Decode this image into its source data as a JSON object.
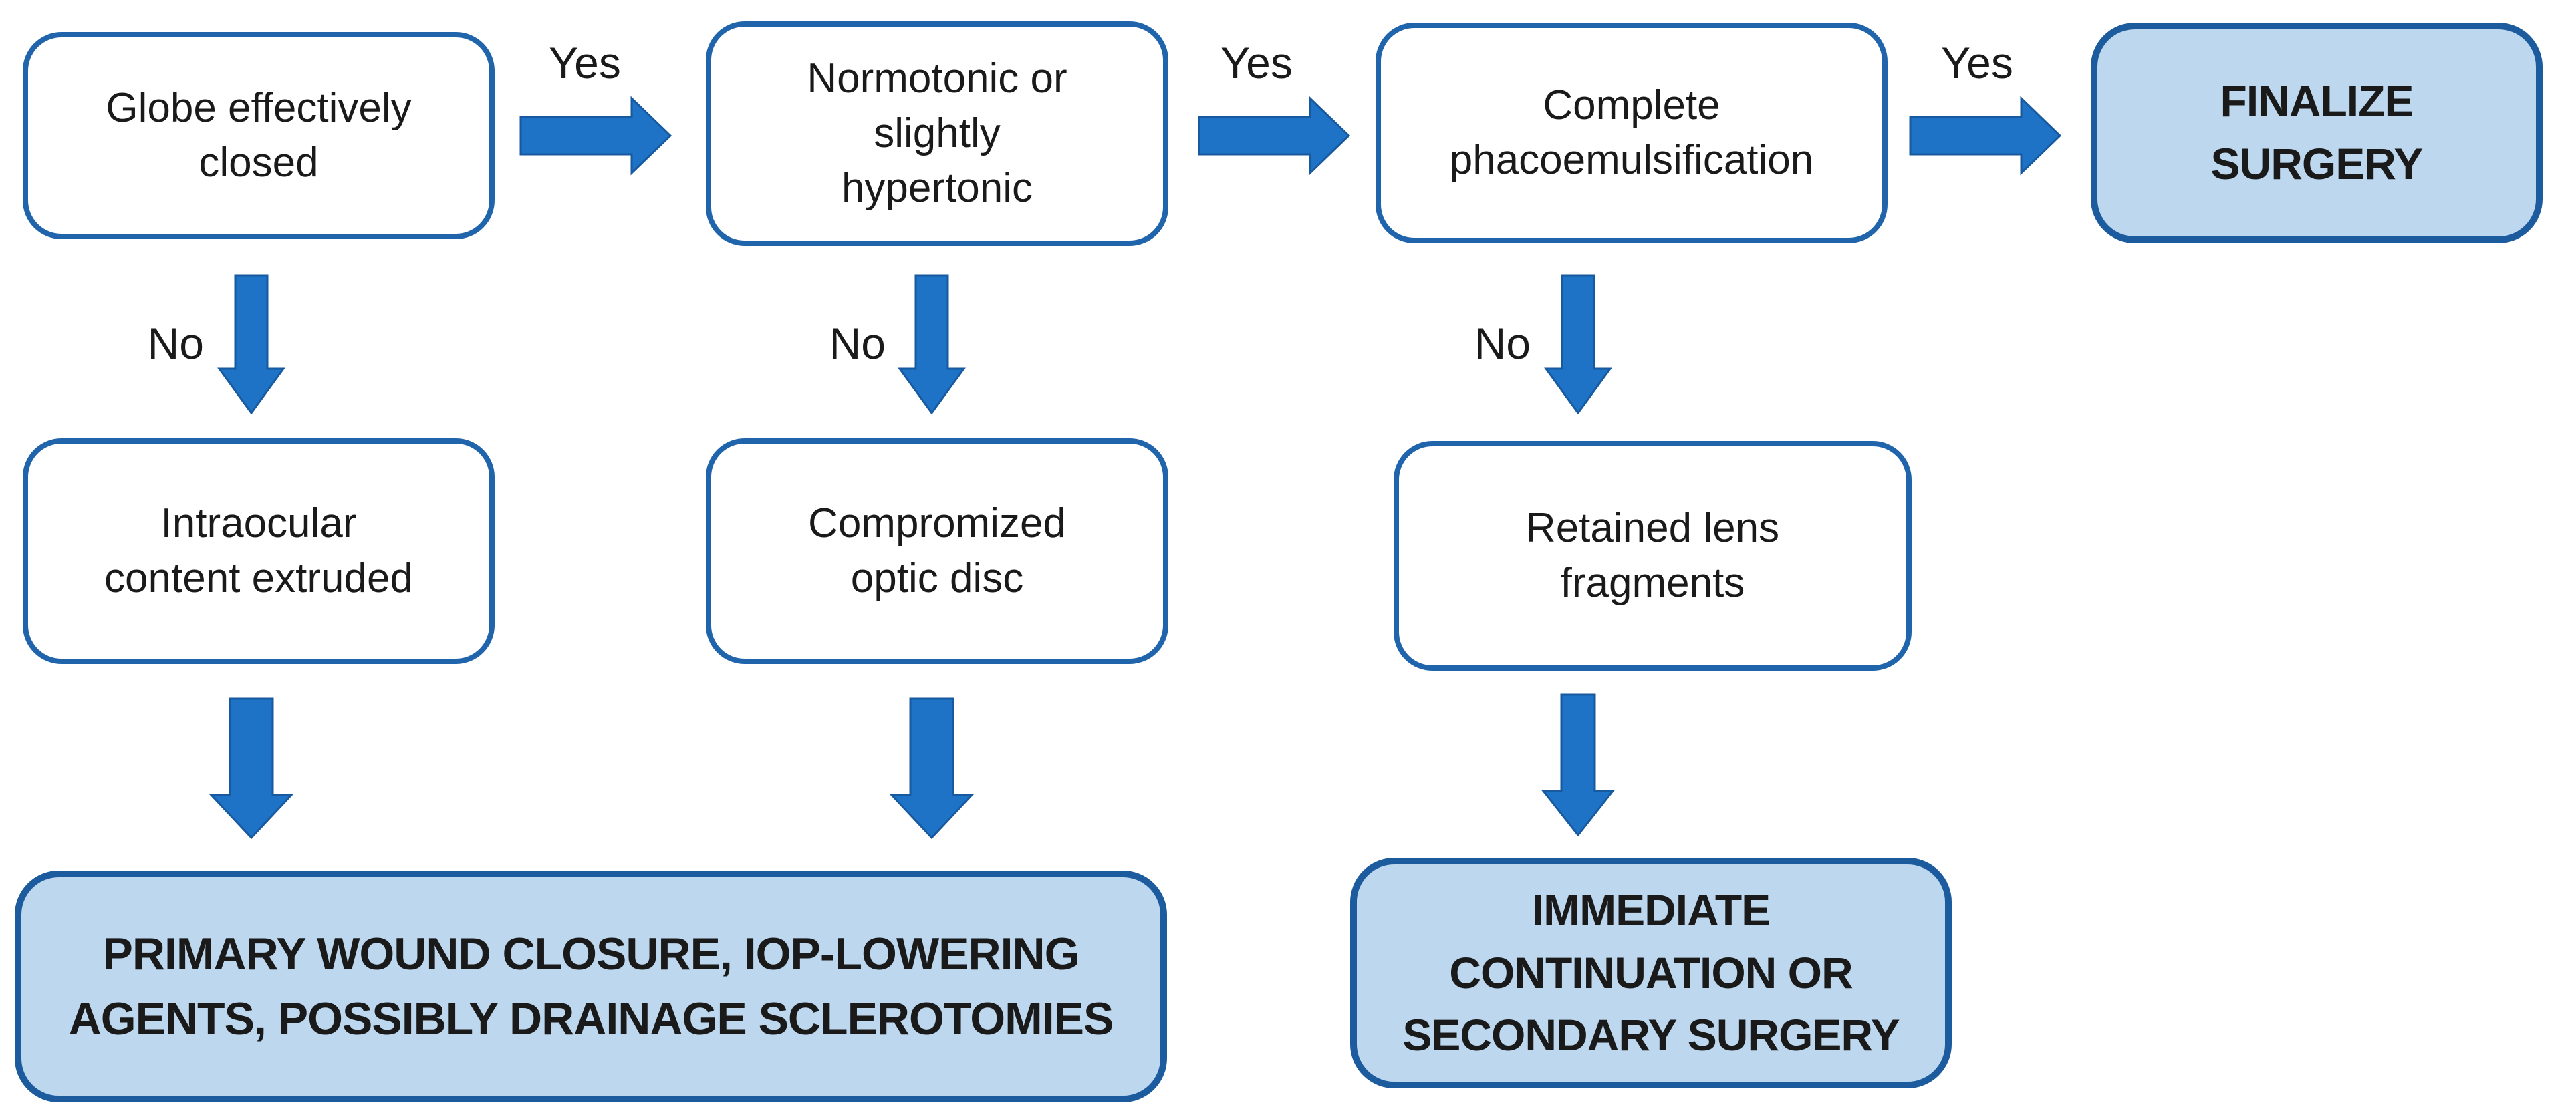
{
  "colors": {
    "arrow-fill": "#1e73c6",
    "arrow-stroke": "#175a9f",
    "box-border": "#2065ac",
    "filled-bg": "#bdd7ee",
    "filled-border": "#1c5c9e",
    "text": "#1a1a1a",
    "bg": "#ffffff"
  },
  "nodes": [
    {
      "id": "globe-closed",
      "type": "decision",
      "label": "Globe effectively\nclosed"
    },
    {
      "id": "normotonic",
      "type": "decision",
      "label": "Normotonic or\nslightly\nhypertonic"
    },
    {
      "id": "complete-phaco",
      "type": "decision",
      "label": "Complete\nphacoemulsification"
    },
    {
      "id": "finalize-surgery",
      "type": "outcome",
      "label": "FINALIZE\nSURGERY"
    },
    {
      "id": "intraocular-extruded",
      "type": "finding",
      "label": "Intraocular\ncontent extruded"
    },
    {
      "id": "compromized-disc",
      "type": "finding",
      "label": "Compromized\noptic disc"
    },
    {
      "id": "retained-fragments",
      "type": "finding",
      "label": "Retained lens\nfragments"
    },
    {
      "id": "primary-closure",
      "type": "outcome",
      "label": "PRIMARY WOUND CLOSURE, IOP-LOWERING\nAGENTS, POSSIBLY DRAINAGE SCLEROTOMIES"
    },
    {
      "id": "immediate-continuation",
      "type": "outcome",
      "label": "IMMEDIATE\nCONTINUATION OR\nSECONDARY SURGERY"
    }
  ],
  "edges": [
    {
      "from": "globe-closed",
      "to": "normotonic",
      "direction": "right",
      "label": "Yes"
    },
    {
      "from": "normotonic",
      "to": "complete-phaco",
      "direction": "right",
      "label": "Yes"
    },
    {
      "from": "complete-phaco",
      "to": "finalize-surgery",
      "direction": "right",
      "label": "Yes"
    },
    {
      "from": "globe-closed",
      "to": "intraocular-extruded",
      "direction": "down",
      "label": "No"
    },
    {
      "from": "normotonic",
      "to": "compromized-disc",
      "direction": "down",
      "label": "No"
    },
    {
      "from": "complete-phaco",
      "to": "retained-fragments",
      "direction": "down",
      "label": "No"
    },
    {
      "from": "intraocular-extruded",
      "to": "primary-closure",
      "direction": "down",
      "label": ""
    },
    {
      "from": "compromized-disc",
      "to": "primary-closure",
      "direction": "down",
      "label": ""
    },
    {
      "from": "retained-fragments",
      "to": "immediate-continuation",
      "direction": "down",
      "label": ""
    }
  ]
}
